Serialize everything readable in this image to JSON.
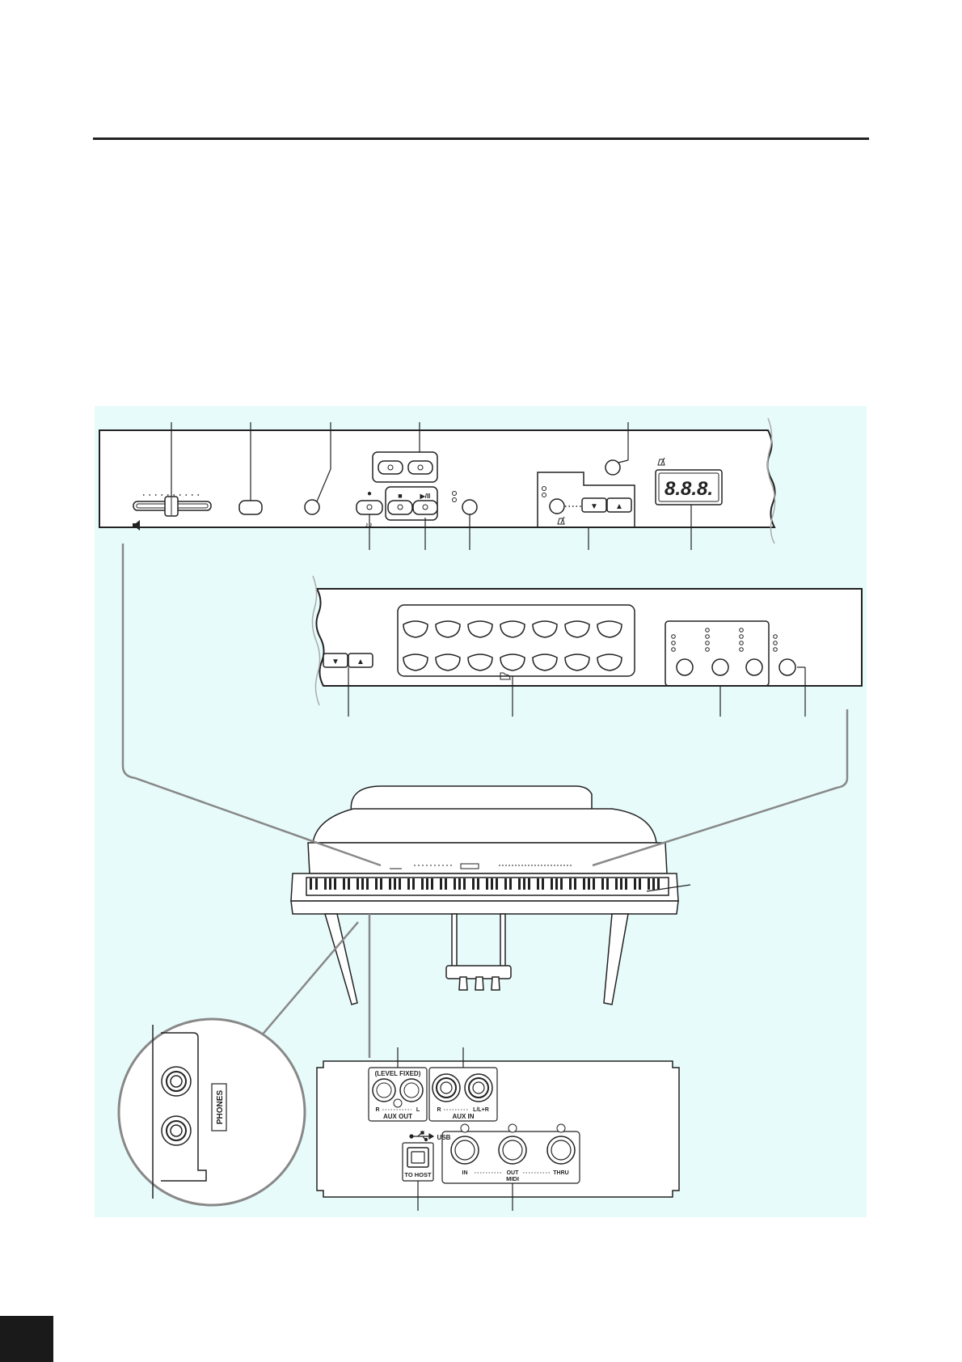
{
  "labels": {
    "display_digits": "8.8.8.",
    "phones": "PHONES",
    "aux_out_level": "(LEVEL FIXED)",
    "aux_out_r": "R",
    "aux_out_l": "L",
    "aux_out": "AUX OUT",
    "aux_in_r": "R",
    "aux_in_l": "L/L+R",
    "aux_in": "AUX IN",
    "usb": "USB",
    "to_host": "TO HOST",
    "midi_in": "IN",
    "midi_out": "OUT",
    "midi_thru": "THRU",
    "midi": "MIDI",
    "play_pause_symbol": "▶/II",
    "stop_symbol": "■",
    "rec_symbol": "●",
    "down_symbol": "▼",
    "up_symbol": "▲"
  },
  "colors": {
    "figure_background": "#e8fbfb",
    "line": "#222222",
    "callout_line": "#888888",
    "panel_fill": "#ffffff"
  },
  "icons": [
    "speaker-icon",
    "metronome-icon",
    "notes-icon",
    "grand-piano-icon",
    "usb-icon"
  ]
}
